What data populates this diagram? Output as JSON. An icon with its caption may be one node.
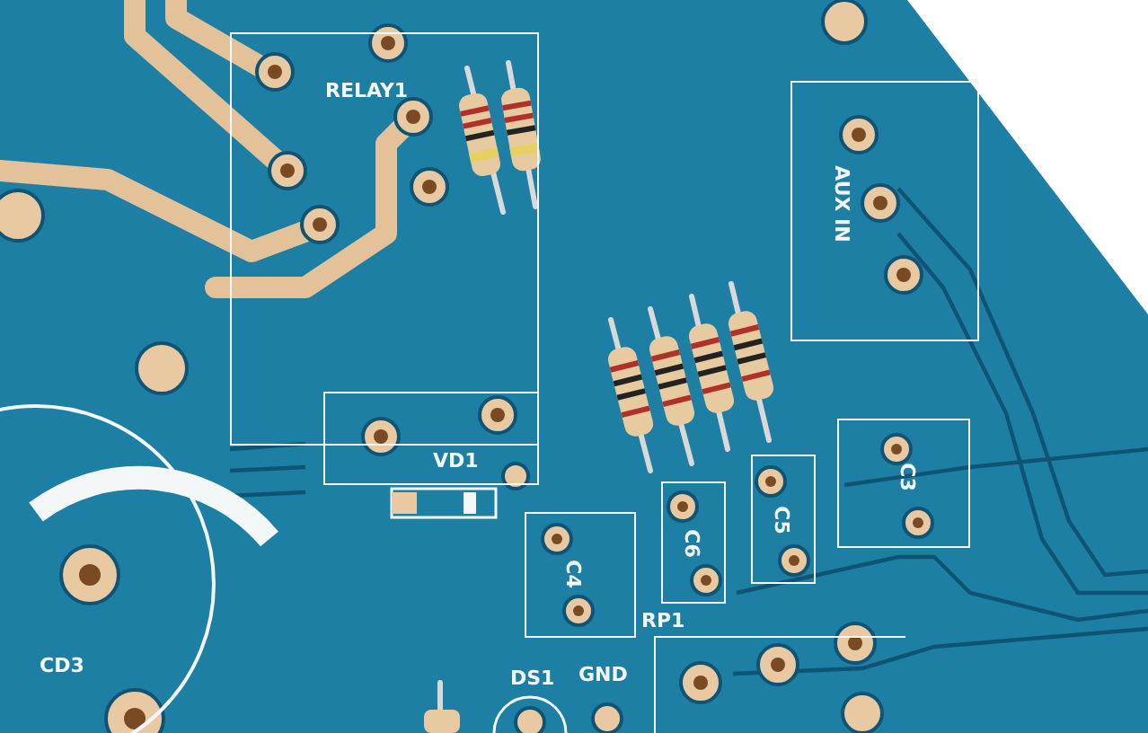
{
  "diagram": {
    "nodes": [
      {
        "text": [
          "RELAY1"
        ]
      },
      {
        "text": [
          "AUX IN"
        ]
      },
      {
        "text": [
          "VD1"
        ]
      },
      {
        "text": [
          "C4"
        ]
      },
      {
        "text": [
          "C6"
        ]
      },
      {
        "text": [
          "C5"
        ]
      },
      {
        "text": [
          "C3"
        ]
      },
      {
        "text": [
          "RP1"
        ]
      },
      {
        "text": [
          "CD3"
        ]
      }
    ],
    "labels": [
      "DS1",
      "GND"
    ]
  }
}
